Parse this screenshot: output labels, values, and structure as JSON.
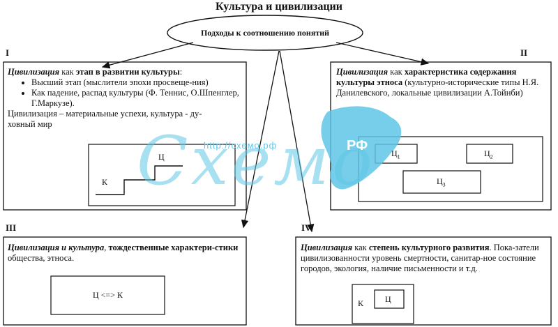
{
  "title": "Культура и цивилизации",
  "center": {
    "label": "Подходы к соотношению понятий"
  },
  "sections": {
    "s1": {
      "roman": "I",
      "heading_italic": "Цивилизация",
      "heading_plain": " как ",
      "heading_bold": "этап в развитии культуры",
      "heading_tail": ":",
      "bullets": [
        "Высший этап (мыслители эпохи просвеще-ния)",
        "Как падение, распад культуры (Ф. Теннис, О.Шпенглер, Г.Маркузе)."
      ],
      "note_line1": "Цивилизация – материальные успехи, культура - ду-",
      "note_line2": "ховный мир",
      "diagram": {
        "top_label": "Ц",
        "bottom_label": "К"
      }
    },
    "s2": {
      "roman": "II",
      "heading_italic": "Цивилизация",
      "heading_plain": " как ",
      "heading_bold": "характеристика содержания культуры этноса",
      "heading_tail": " (культурно-исторические типы Н.Я. Данилевского, локальные цивилизации А.Тойнби)",
      "diagram": {
        "c1": "Ц",
        "c1_sub": "1",
        "c2": "Ц",
        "c2_sub": "2",
        "c3": "Ц",
        "c3_sub": "3"
      }
    },
    "s3": {
      "roman": "III",
      "heading_italic": "Цивилизация и культура",
      "heading_plain": ", ",
      "heading_bold": "тождественные характери-стики",
      "heading_tail": " общества, этноса.",
      "diagram": {
        "equiv_label": "Ц <=> К"
      }
    },
    "s4": {
      "roman": "IV",
      "heading_italic": "Цивилизация",
      "heading_plain": " как ",
      "heading_bold": "степень культурного развития",
      "heading_tail": ". Пока-затели цивилизованности    уровень смертности, санитар-ное состояние городов, экология, наличие письменности и т.д.",
      "diagram": {
        "outer_label": "К",
        "inner_label": "Ц"
      }
    }
  },
  "watermark": {
    "url": "http://схемо.рф",
    "word": "Схемо",
    "badge": "РФ",
    "color": "#5fc6e6"
  }
}
